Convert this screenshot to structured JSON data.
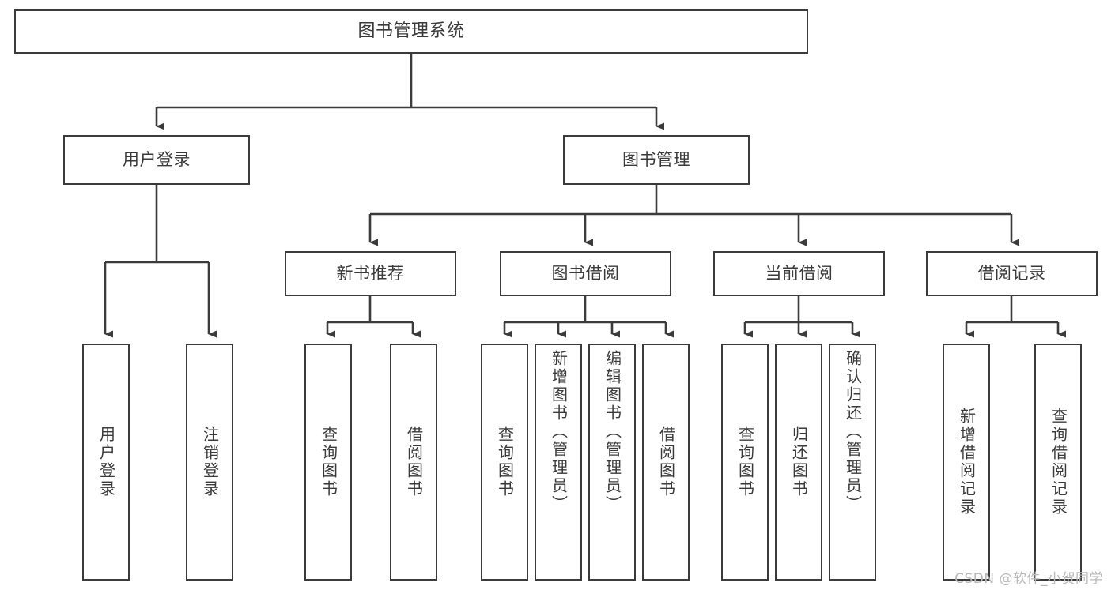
{
  "diagram": {
    "type": "tree-hierarchy-chart",
    "title": "图书管理系统",
    "watermark": "CSDN @软件_小贺同学",
    "colors": {
      "stroke": "#3b3b3b",
      "text": "#3a3a3a",
      "background": "#ffffff",
      "watermark": "#b9b9b9"
    },
    "levels": {
      "root": {
        "label": "图书管理系统"
      },
      "level2": [
        {
          "label": "用户登录"
        },
        {
          "label": "图书管理"
        }
      ],
      "level3": [
        {
          "label": "新书推荐"
        },
        {
          "label": "图书借阅"
        },
        {
          "label": "当前借阅"
        },
        {
          "label": "借阅记录"
        }
      ],
      "leaves": {
        "user_login": [
          {
            "label": "用户登录"
          },
          {
            "label": "注销登录"
          }
        ],
        "new_book_recommend": [
          {
            "label": "查询图书"
          },
          {
            "label": "借阅图书"
          }
        ],
        "book_borrow": [
          {
            "label": "查询图书"
          },
          {
            "label": "新增图书（管理员）"
          },
          {
            "label": "编辑图书（管理员）"
          },
          {
            "label": "借阅图书"
          }
        ],
        "current_borrow": [
          {
            "label": "查询图书"
          },
          {
            "label": "归还图书"
          },
          {
            "label": "确认归还（管理员）"
          }
        ],
        "borrow_records": [
          {
            "label": "新增借阅记录"
          },
          {
            "label": "查询借阅记录"
          }
        ]
      }
    }
  }
}
